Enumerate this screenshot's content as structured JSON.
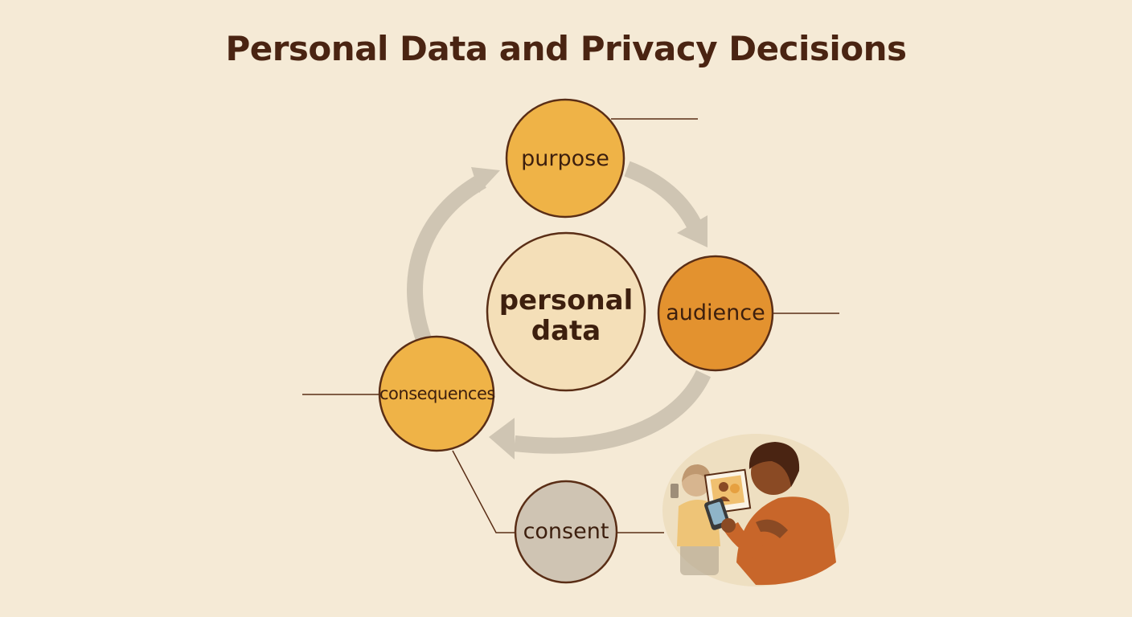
{
  "title": "Personal Data and Privacy Decisions",
  "center": {
    "label_line1": "personal",
    "label_line2": "data"
  },
  "nodes": {
    "purpose": "purpose",
    "audience": "audience",
    "consequences": "consequences",
    "consent": "consent"
  },
  "colors": {
    "background": "#f5ead6",
    "purpose_fill": "#efb347",
    "audience_fill": "#e3922f",
    "consequences_fill": "#efb347",
    "consent_fill": "#cfc4b3",
    "center_fill": "#f4dfb8",
    "outline": "#5a2e16",
    "cycle_arrow": "#cfc5b3",
    "title": "#4a2412"
  }
}
